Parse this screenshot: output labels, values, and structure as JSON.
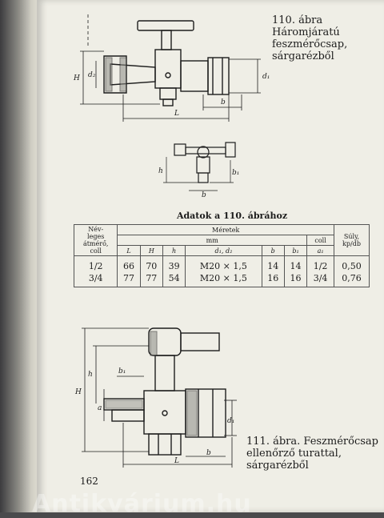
{
  "figure110": {
    "caption": [
      "110. ábra",
      "Háromjáratú",
      "feszmérőcsap,",
      "sárgarézből"
    ],
    "dims": {
      "H": "H",
      "d2": "d₂",
      "d1": "d₁",
      "b": "b",
      "L": "L",
      "h": "h",
      "b1": "b₁"
    }
  },
  "table": {
    "title": "Adatok a 110. ábrához",
    "header": {
      "nevleges": [
        "Név-",
        "leges",
        "átmérő,",
        "coll"
      ],
      "meretek": "Méretek",
      "mm": "mm",
      "coll": "coll",
      "suly": [
        "Súly,",
        "kp/db"
      ],
      "cols": [
        "L",
        "H",
        "h",
        "d₁, d₂",
        "b",
        "b₁",
        "a₁"
      ]
    },
    "rows": [
      [
        "1/2",
        "66",
        "70",
        "39",
        "M20 × 1,5",
        "14",
        "14",
        "1/2",
        "0,50"
      ],
      [
        "3/4",
        "77",
        "77",
        "54",
        "M20 × 1,5",
        "16",
        "16",
        "3/4",
        "0,76"
      ]
    ]
  },
  "figure111": {
    "caption": [
      "111. ábra. Feszmérőcsap",
      "ellenőrző turattal,",
      "sárgarézből"
    ],
    "dims": {
      "H": "H",
      "h": "h",
      "b1": "b₁",
      "a": "a",
      "d1": "d₁",
      "b": "b",
      "L": "L"
    }
  },
  "page_number": "162",
  "watermark": "Antikvárium.hu"
}
